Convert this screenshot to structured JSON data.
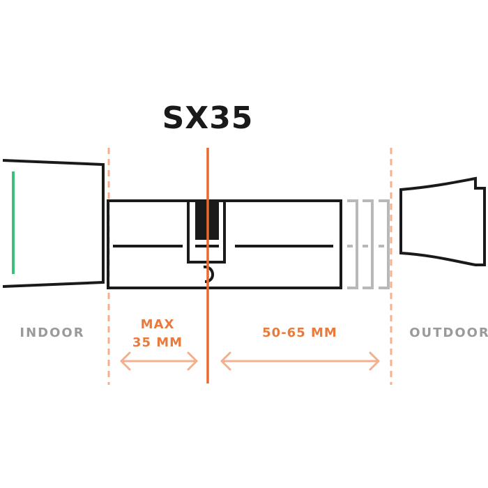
{
  "title": "SX35",
  "labels": {
    "indoor": "INDOOR",
    "outdoor": "OUTDOOR",
    "max_line1": "MAX",
    "max_line2": "35 MM",
    "range": "50-65 MM"
  },
  "colors": {
    "outline": "#1a1a1a",
    "accent": "#ea6a2c",
    "accent_light": "#f2b08e",
    "extension_gray": "#b8b8b8",
    "indicator_green": "#3cbf7a",
    "label_gray": "#9a9a9a"
  }
}
